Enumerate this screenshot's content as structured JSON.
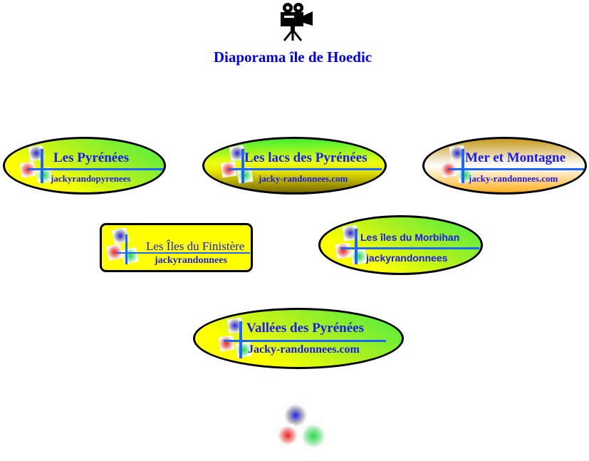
{
  "header": {
    "icon": "movie-camera-icon",
    "title": "Diaporama île de Hoedic"
  },
  "links": [
    {
      "title": "Les Pyrénées",
      "subtitle": "jackyrandopyrenees"
    },
    {
      "title": "Les lacs des Pyrénées",
      "subtitle": "jacky-randonnees.com"
    },
    {
      "title": "Mer et Montagne",
      "subtitle": "jacky-randonnees.com"
    },
    {
      "title": "Les Îles du Finistère",
      "subtitle": "jackyrandonnees"
    },
    {
      "title": "Les îles du Morbihan",
      "subtitle": "jackyrandonnees"
    },
    {
      "title": "Vallées des Pyrénées",
      "subtitle": "Jacky-randonnees.com"
    }
  ],
  "colors": {
    "text": "#1a1aee",
    "title": "#0000ee",
    "line": "#1a66ff"
  }
}
